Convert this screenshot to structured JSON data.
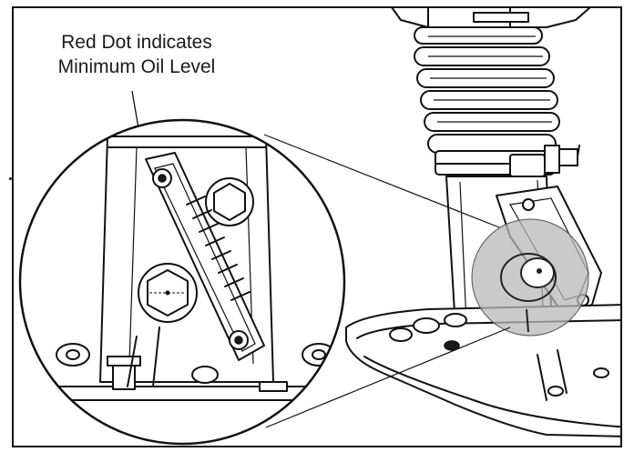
{
  "callout": {
    "line1": "Red Dot indicates",
    "line2": "Minimum Oil Level"
  },
  "figure_description_items": [
    "rammer-machine",
    "oil-sight-gauge",
    "magnified-detail-circle"
  ]
}
